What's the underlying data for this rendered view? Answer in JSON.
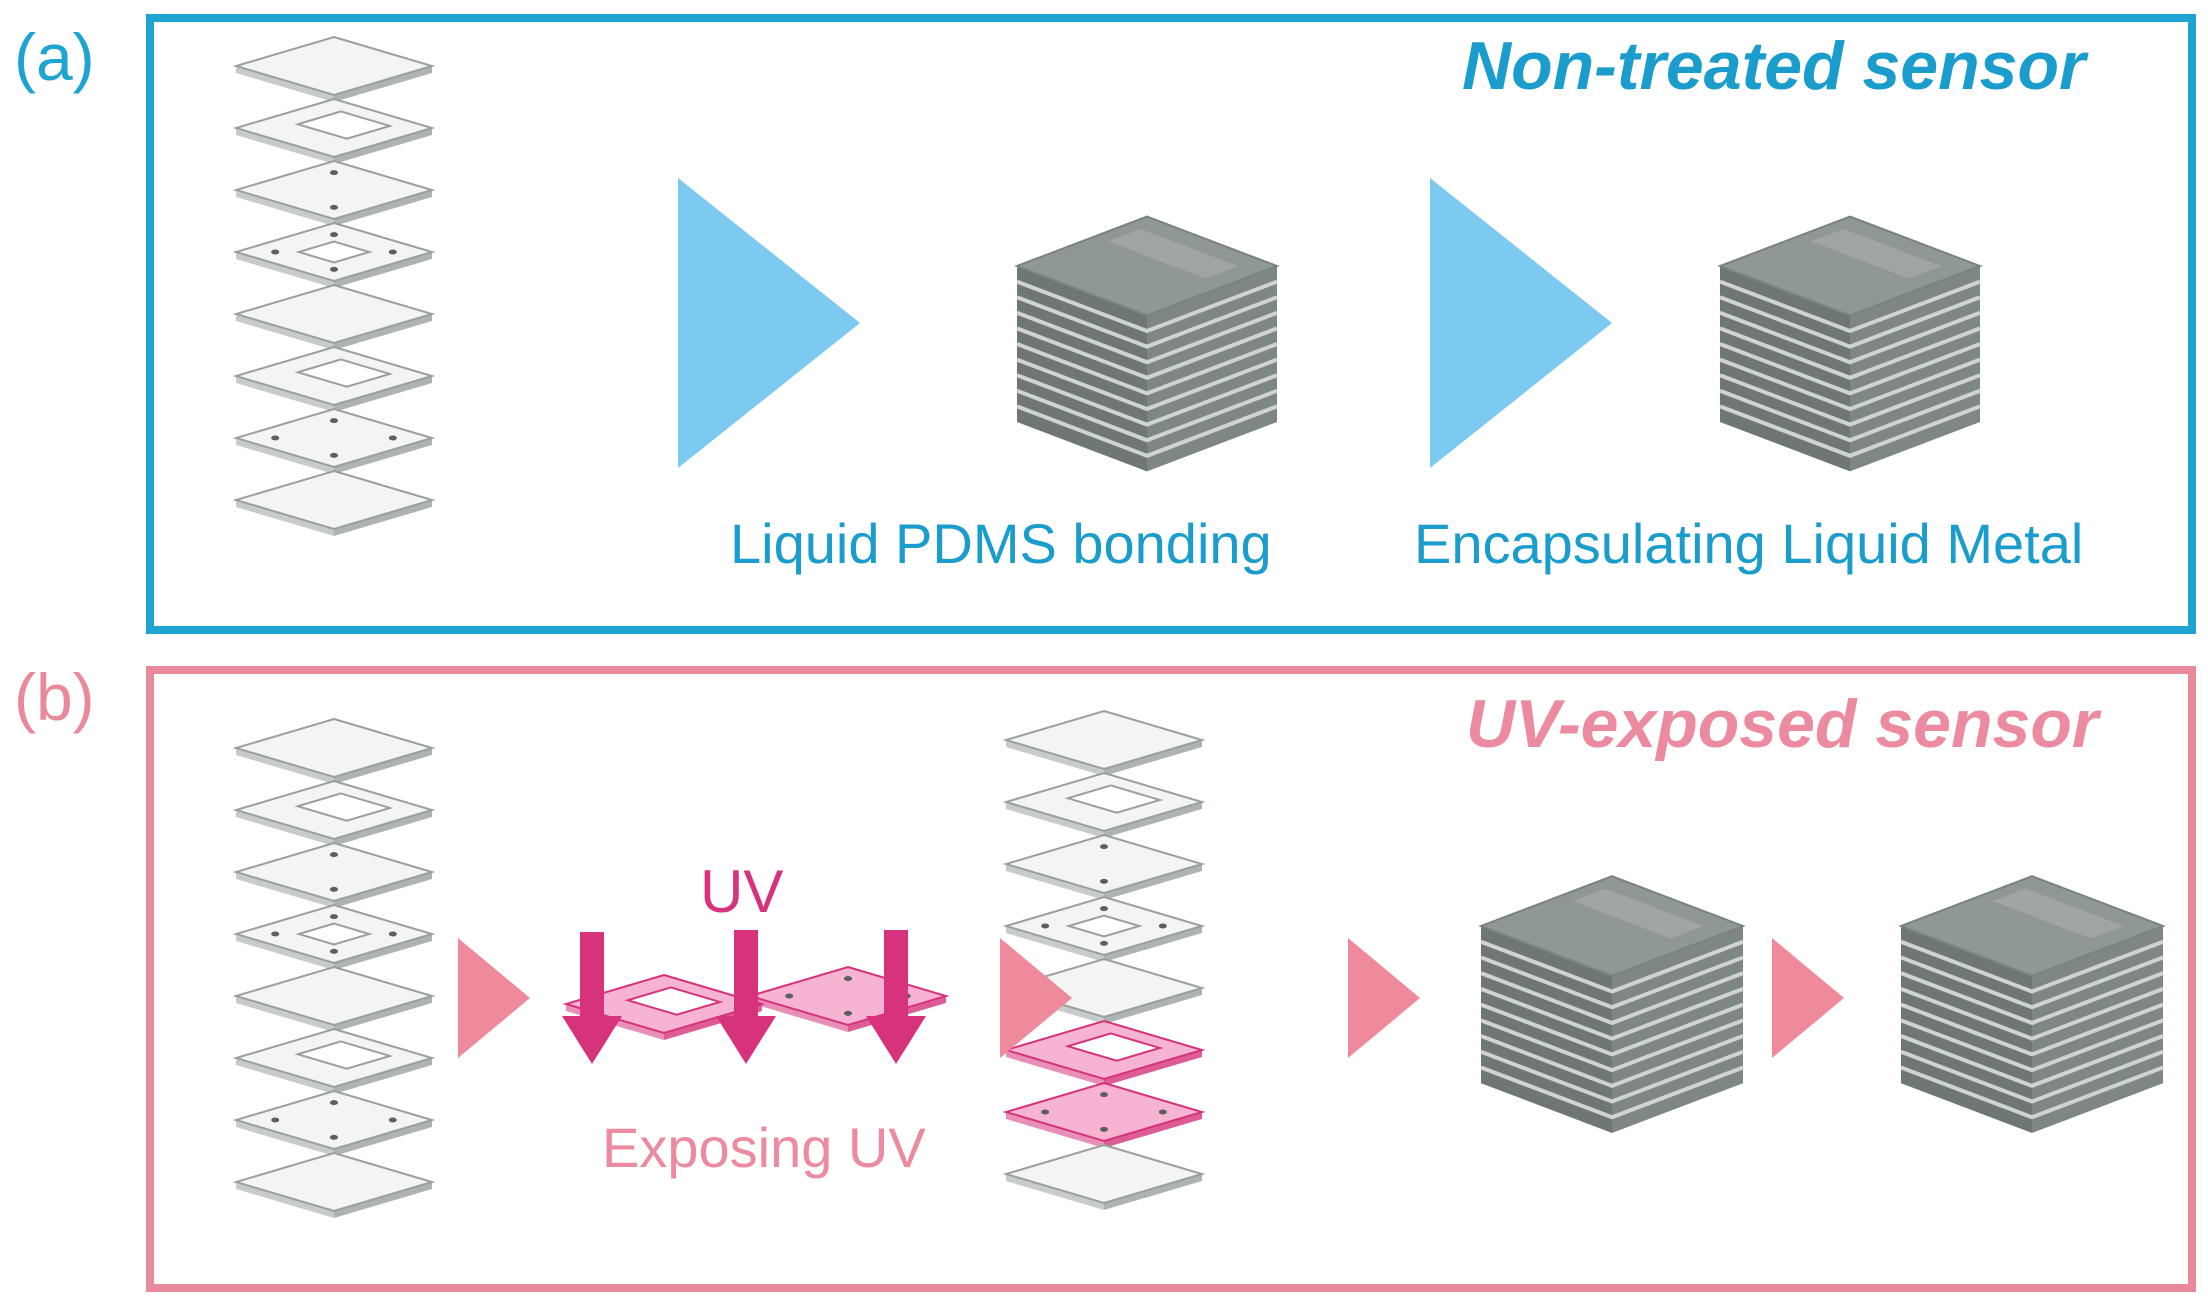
{
  "colors": {
    "blue_border": "#1ea4d2",
    "blue_text": "#1a9ccc",
    "blue_arrow": "#7ccaf0",
    "pink_border": "#e88a9c",
    "pink_text": "#ec8aa0",
    "pink_arrow": "#ef8a9c",
    "uv_magenta": "#d6337c",
    "uv_layer_fill": "#f6b4d2",
    "layer_fill": "#f3f4f4",
    "layer_edge": "#9aa0a0",
    "cube_top": "#8f9797",
    "cube_side": "#6f7676"
  },
  "panel_a": {
    "label": "(a)",
    "title": "Non-treated sensor",
    "step1_label": "Liquid PDMS bonding",
    "step2_label": "Encapsulating Liquid Metal"
  },
  "panel_b": {
    "label": "(b)",
    "title": "UV-exposed sensor",
    "uv_label": "UV",
    "step_label": "Exposing UV"
  },
  "icons": [
    "layer-stack",
    "bonded-cube",
    "process-arrow",
    "uv-arrow",
    "uv-exposed-layer"
  ]
}
